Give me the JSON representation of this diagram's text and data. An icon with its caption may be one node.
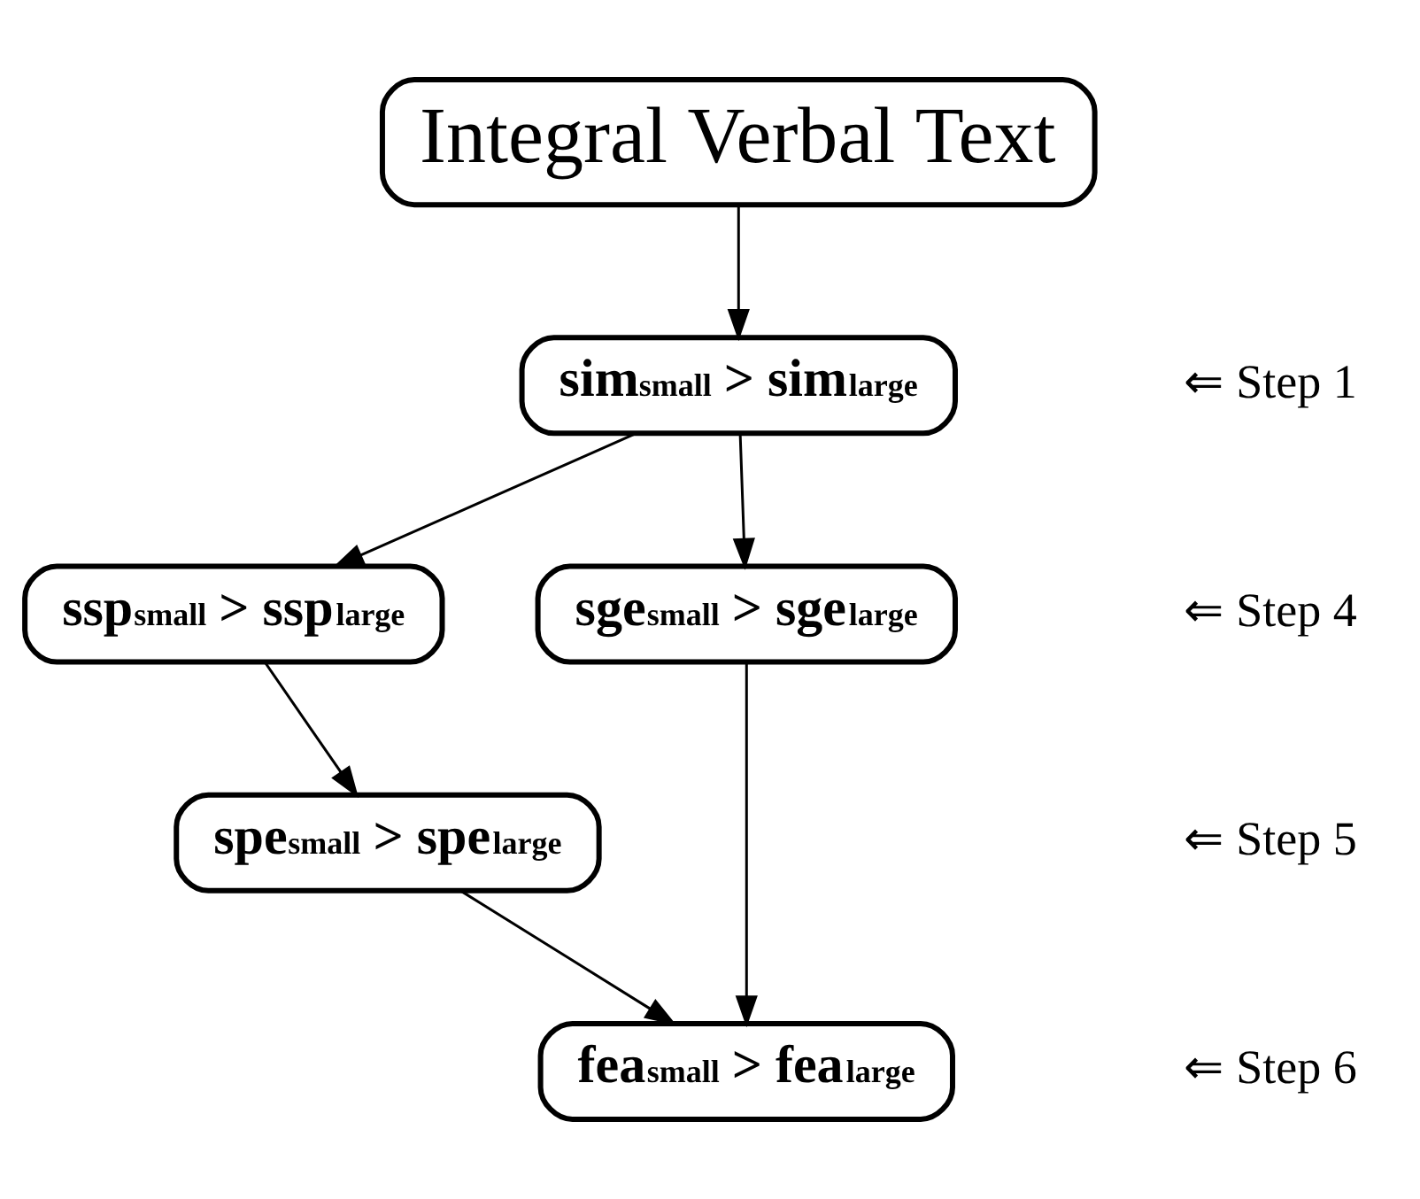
{
  "diagram": {
    "nodes": [
      {
        "text": [
          "Integral Verbal Text"
        ]
      },
      {
        "text": [
          "sim$_{small}$ > sim$_{large}$"
        ]
      },
      {
        "text": [
          "ssp$_{small}$ > ssp$_{large}$"
        ]
      },
      {
        "text": [
          "sge$_{small}$ > sge$_{large}$"
        ]
      },
      {
        "text": [
          "spe$_{small}$ > spe$_{large}$"
        ]
      },
      {
        "text": [
          "fea$_{small}$ > fea$_{large}$"
        ]
      }
    ],
    "edges": [
      {
        "from": 0,
        "to": 1,
        "arrow": "to"
      },
      {
        "from": 1,
        "to": 2,
        "arrow": "to"
      },
      {
        "from": 1,
        "to": 3,
        "arrow": "to"
      },
      {
        "from": 2,
        "to": 4,
        "arrow": "to"
      },
      {
        "from": 4,
        "to": 5,
        "arrow": "to"
      },
      {
        "from": 3,
        "to": 5,
        "arrow": "to"
      }
    ],
    "labels": [
      "⇐ Step 1",
      "⇐ Step 4",
      "⇐ Step 5",
      "⇐ Step 6"
    ]
  }
}
